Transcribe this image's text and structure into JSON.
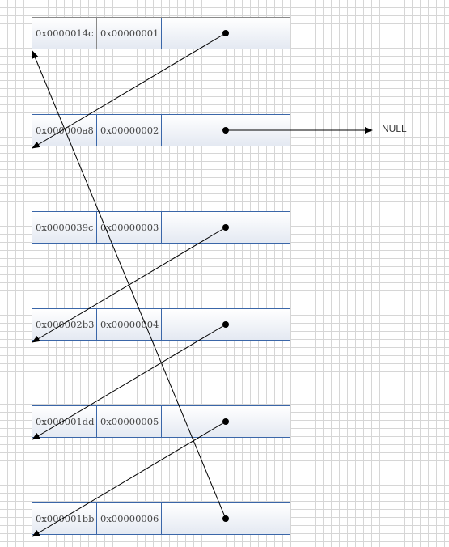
{
  "nodes": [
    {
      "address": "0x0000014c",
      "value": "0x00000001"
    },
    {
      "address": "0x000000a8",
      "value": "0x00000002"
    },
    {
      "address": "0x0000039c",
      "value": "0x00000003"
    },
    {
      "address": "0x000002b3",
      "value": "0x00000004"
    },
    {
      "address": "0x000001dd",
      "value": "0x00000005"
    },
    {
      "address": "0x000001bb",
      "value": "0x00000006"
    }
  ],
  "null_label": "NULL",
  "links": [
    {
      "from": 0,
      "to": 1
    },
    {
      "from": 1,
      "to": "null"
    },
    {
      "from": 2,
      "to": 3
    },
    {
      "from": 3,
      "to": 4
    },
    {
      "from": 4,
      "to": 5
    },
    {
      "from": 5,
      "to": 0
    }
  ]
}
